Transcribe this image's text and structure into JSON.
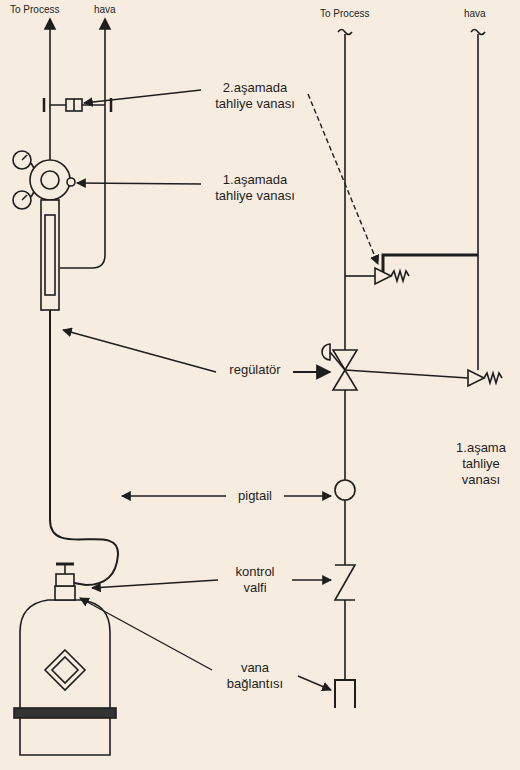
{
  "diagram": {
    "labels": [
      "To Process",
      "hava",
      "To Process",
      "hava",
      "2.aşamada tahliye vanası",
      "1.aşamada tahliye vanası",
      "regülatör",
      "1.aşama tahliye vanası",
      "pigtail",
      "kontrol valfi",
      "vana bağlantısı"
    ]
  }
}
